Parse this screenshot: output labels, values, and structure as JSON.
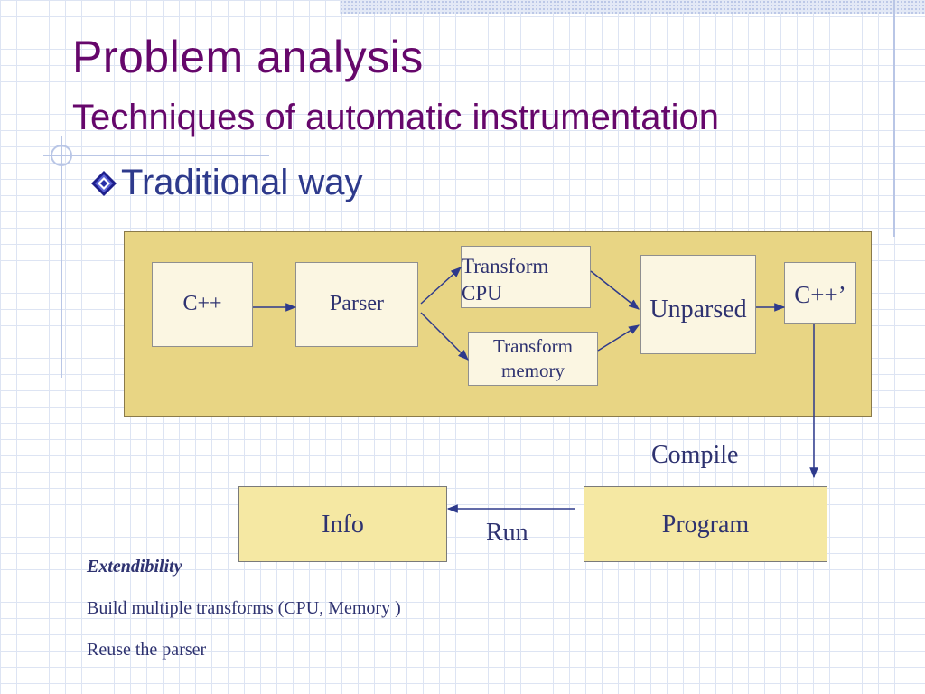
{
  "slide": {
    "title": "Problem analysis",
    "subtitle": "Techniques of automatic instrumentation",
    "bullet": "Traditional way",
    "bullet_icon": "diamond-bullet-icon"
  },
  "diagram": {
    "nodes": {
      "cpp": "C++",
      "parser": "Parser",
      "transform_cpu": [
        "Transform",
        "CPU"
      ],
      "transform_memory": [
        "Transform",
        "memory"
      ],
      "unparsed": "Unparsed",
      "cpp_prime": "C++’",
      "program": "Program",
      "info": "Info"
    },
    "edge_labels": {
      "compile": "Compile",
      "run": "Run"
    },
    "colors": {
      "panel": "#e8d584",
      "node_box": "#fbf6e2",
      "result_box": "#f5e8a3",
      "arrow": "#2e3a8c",
      "title": "#66076b",
      "text": "#2e3270"
    }
  },
  "notes": {
    "heading": "Extendibility",
    "line1": "Build multiple transforms (CPU, Memory )",
    "line2": "Reuse the parser"
  }
}
